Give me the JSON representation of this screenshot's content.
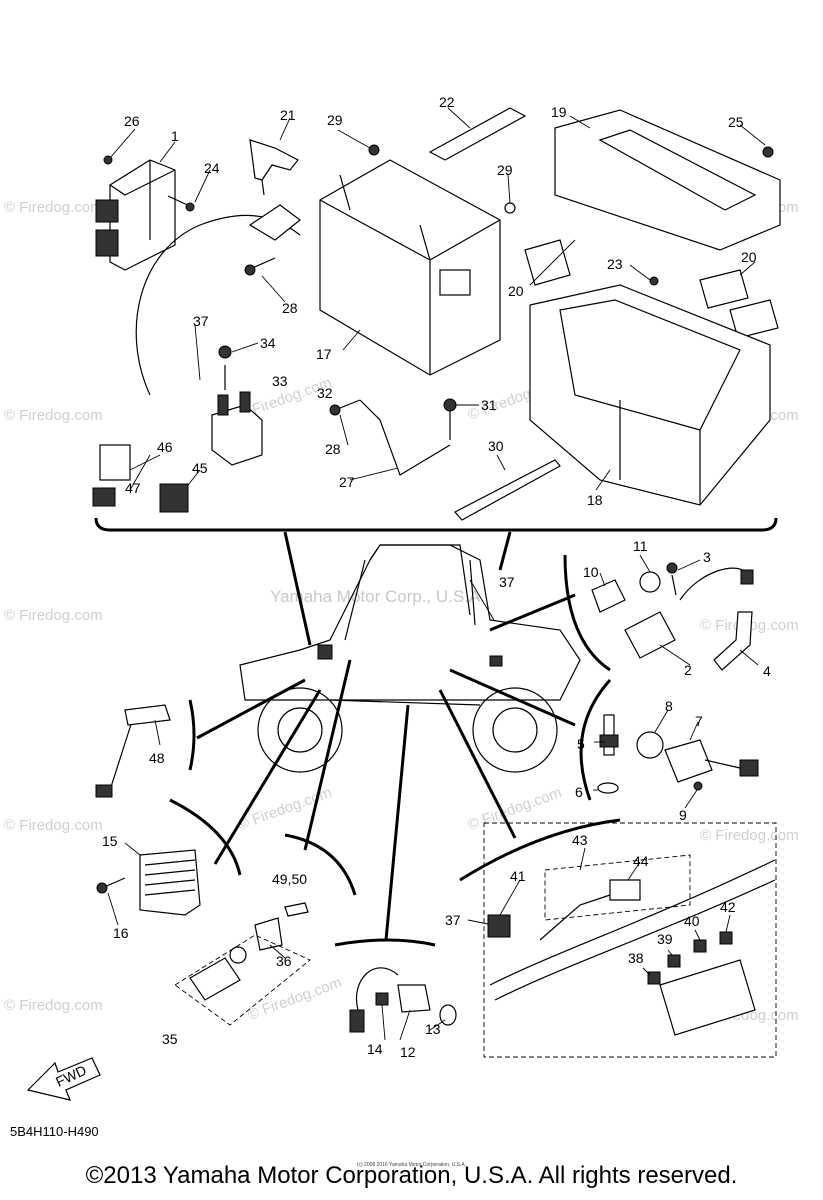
{
  "watermark": "© Firedog.com",
  "center_watermark": "Yamaha Motor Corp., U.S.A.",
  "callouts": {
    "c1": "1",
    "c2": "2",
    "c3": "3",
    "c4": "4",
    "c5": "5",
    "c6": "6",
    "c7": "7",
    "c8": "8",
    "c9": "9",
    "c10": "10",
    "c11": "11",
    "c12": "12",
    "c13": "13",
    "c14": "14",
    "c15": "15",
    "c16": "16",
    "c17": "17",
    "c18": "18",
    "c19": "19",
    "c20a": "20",
    "c20b": "20",
    "c21": "21",
    "c22": "22",
    "c23": "23",
    "c24": "24",
    "c25": "25",
    "c26": "26",
    "c27": "27",
    "c28a": "28",
    "c28b": "28",
    "c29a": "29",
    "c29b": "29",
    "c30": "30",
    "c31": "31",
    "c32": "32",
    "c33": "33",
    "c34": "34",
    "c35": "35",
    "c36": "36",
    "c37a": "37",
    "c37b": "37",
    "c37c": "37",
    "c38": "38",
    "c39": "39",
    "c40": "40",
    "c41": "41",
    "c42": "42",
    "c43": "43",
    "c44": "44",
    "c45": "45",
    "c46": "46",
    "c47": "47",
    "c48": "48",
    "c4950": "49,50"
  },
  "fwd_label": "FWD",
  "diagram_code": "5B4H110-H490",
  "tiny_credit": "(c) 2008 2016 Yamaha Motor Corporation, U.S.A.",
  "copyright": "©2013 Yamaha Motor Corporation, U.S.A. All rights reserved."
}
